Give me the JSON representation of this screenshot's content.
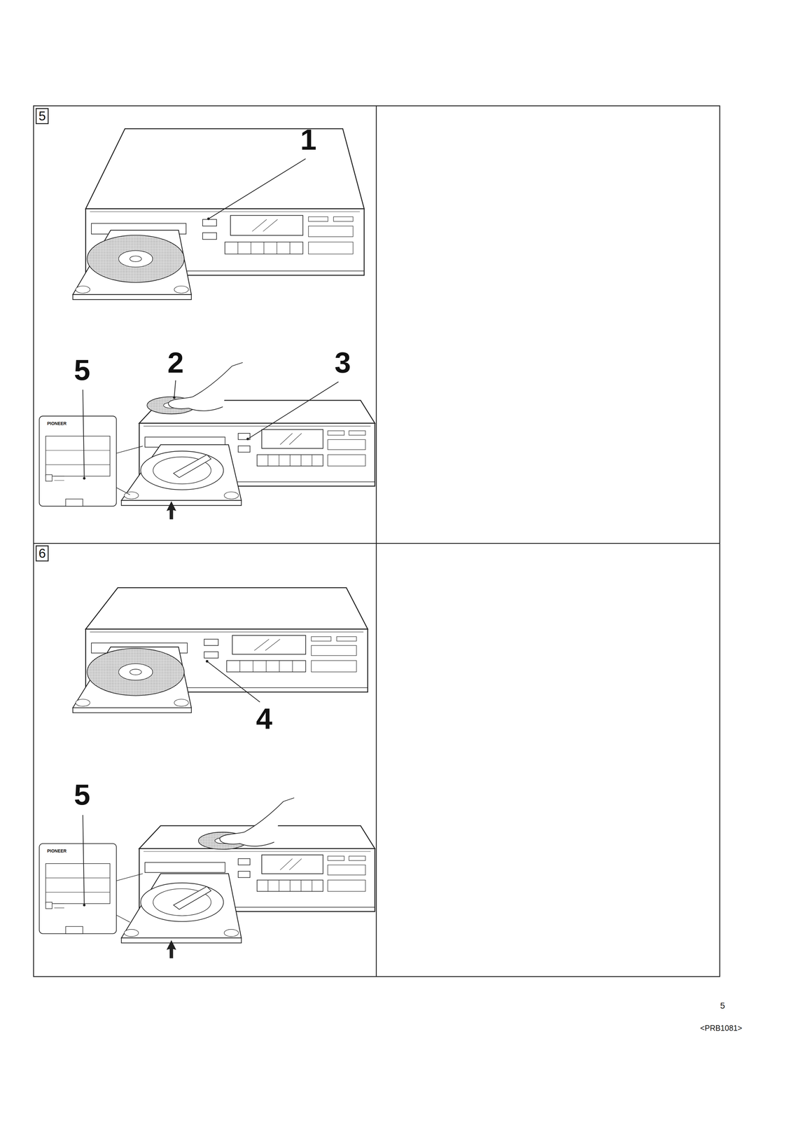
{
  "diagram": {
    "nodes": [
      {
        "text": [
          "5"
        ]
      },
      {
        "text": [
          "6"
        ]
      }
    ],
    "labels": [
      "1",
      "2",
      "3",
      "5",
      "PIONEER",
      "4",
      "5",
      "PIONEER",
      "5",
      "<PRB1081>"
    ]
  }
}
